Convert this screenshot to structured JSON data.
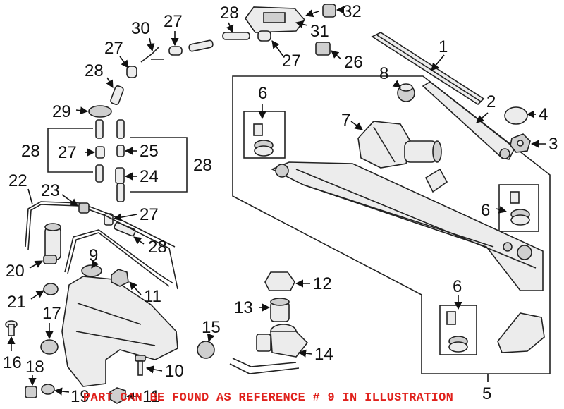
{
  "callouts": [
    "1",
    "2",
    "3",
    "4",
    "5",
    "6",
    "6",
    "6",
    "7",
    "8",
    "9",
    "10",
    "11",
    "11",
    "12",
    "13",
    "14",
    "15",
    "16",
    "17",
    "18",
    "19",
    "20",
    "21",
    "22",
    "23",
    "24",
    "25",
    "26",
    "27",
    "27",
    "27",
    "27",
    "27",
    "27",
    "28",
    "28",
    "28",
    "28",
    "28",
    "28",
    "29",
    "30",
    "31",
    "32"
  ],
  "caption": "PART CAN BE FOUND AS REFERENCE # 9 IN ILLUSTRATION",
  "colors": {
    "caption": "#e0211c",
    "ink": "#111111",
    "part_fill": "#ececec"
  }
}
